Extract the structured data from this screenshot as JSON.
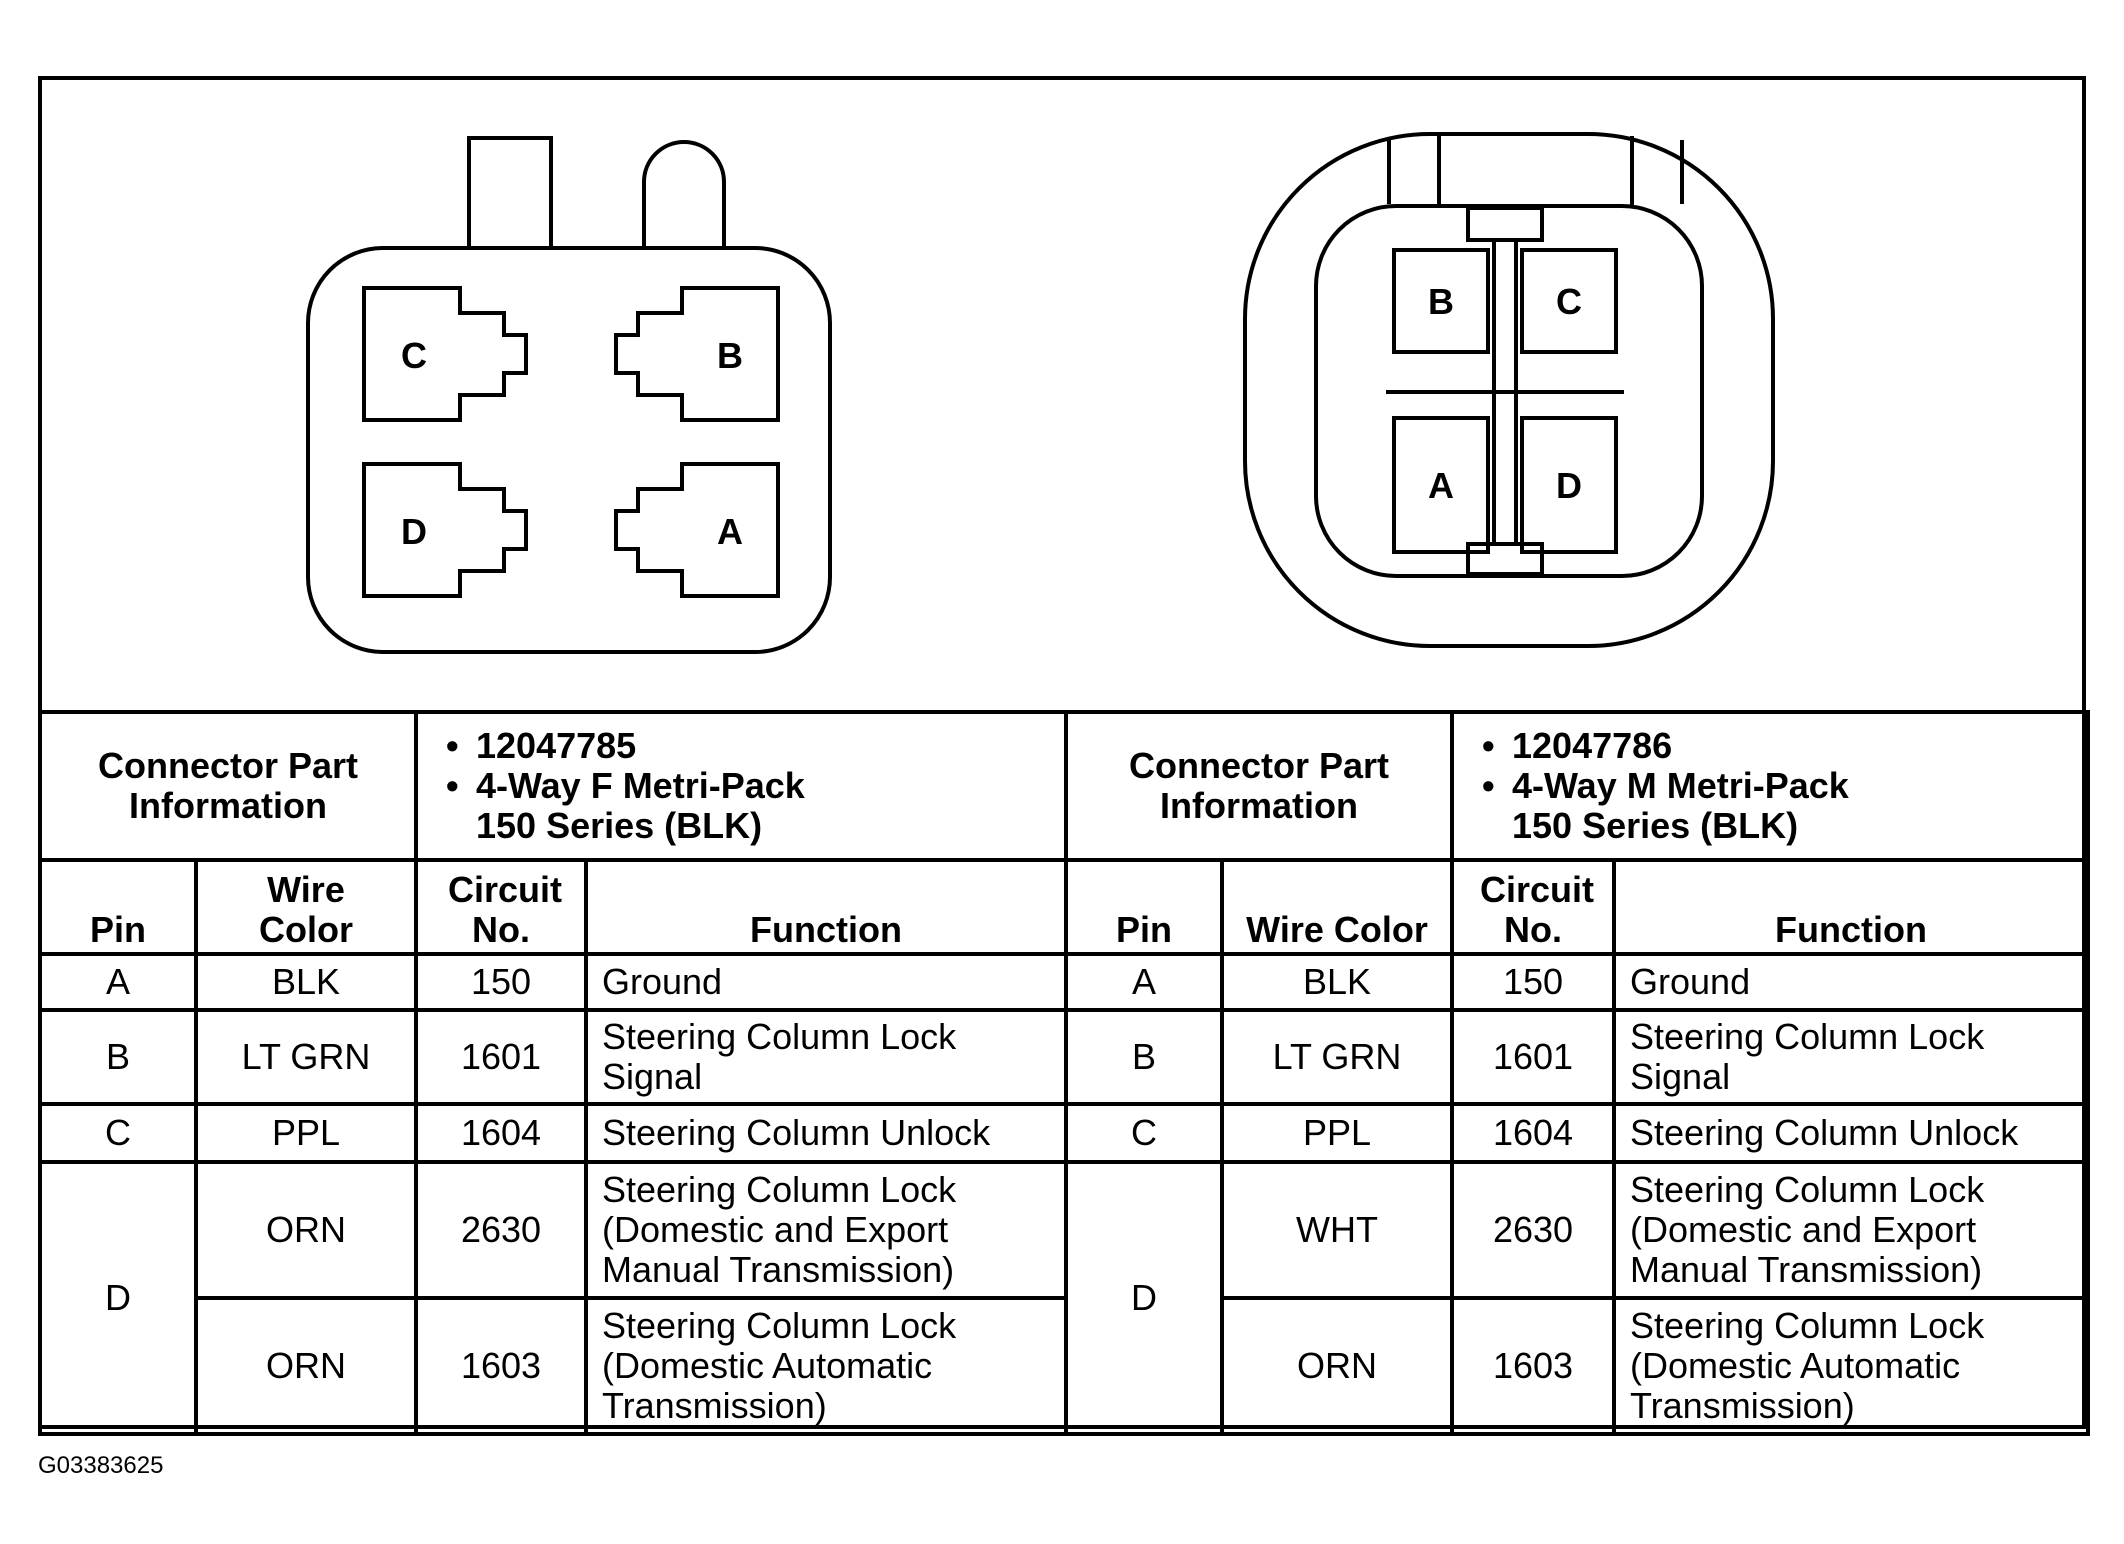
{
  "figure_id": "G03383625",
  "connectors": [
    {
      "diagram_pins": [
        "C",
        "B",
        "D",
        "A"
      ],
      "part_info_label": "Connector Part Information",
      "part_info_lines": [
        "12047785",
        "4-Way F Metri-Pack",
        "150 Series (BLK)"
      ],
      "headers": {
        "pin": "Pin",
        "wire_color": "Wire Color",
        "circuit": "Circuit No.",
        "function": "Function"
      },
      "rows": [
        {
          "pin": "A",
          "wire_color": "BLK",
          "circuit": "150",
          "function": "Ground"
        },
        {
          "pin": "B",
          "wire_color": "LT GRN",
          "circuit": "1601",
          "function": "Steering Column Lock Signal"
        },
        {
          "pin": "C",
          "wire_color": "PPL",
          "circuit": "1604",
          "function": "Steering Column Unlock"
        },
        {
          "pin": "D",
          "wire_color": "ORN",
          "circuit": "2630",
          "function": "Steering Column Lock (Domestic and Export Manual Transmission)"
        },
        {
          "pin": "",
          "wire_color": "ORN",
          "circuit": "1603",
          "function": "Steering Column Lock (Domestic Automatic Transmission)"
        }
      ]
    },
    {
      "diagram_pins": [
        "B",
        "C",
        "A",
        "D"
      ],
      "part_info_label": "Connector Part Information",
      "part_info_lines": [
        "12047786",
        "4-Way M Metri-Pack",
        "150 Series (BLK)"
      ],
      "headers": {
        "pin": "Pin",
        "wire_color": "Wire Color",
        "circuit": "Circuit No.",
        "function": "Function"
      },
      "rows": [
        {
          "pin": "A",
          "wire_color": "BLK",
          "circuit": "150",
          "function": "Ground"
        },
        {
          "pin": "B",
          "wire_color": "LT GRN",
          "circuit": "1601",
          "function": "Steering Column Lock Signal"
        },
        {
          "pin": "C",
          "wire_color": "PPL",
          "circuit": "1604",
          "function": "Steering Column Unlock"
        },
        {
          "pin": "D",
          "wire_color": "WHT",
          "circuit": "2630",
          "function": "Steering Column Lock (Domestic and Export Manual Transmission)"
        },
        {
          "pin": "",
          "wire_color": "ORN",
          "circuit": "1603",
          "function": "Steering Column Lock (Domestic Automatic Transmission)"
        }
      ]
    }
  ]
}
